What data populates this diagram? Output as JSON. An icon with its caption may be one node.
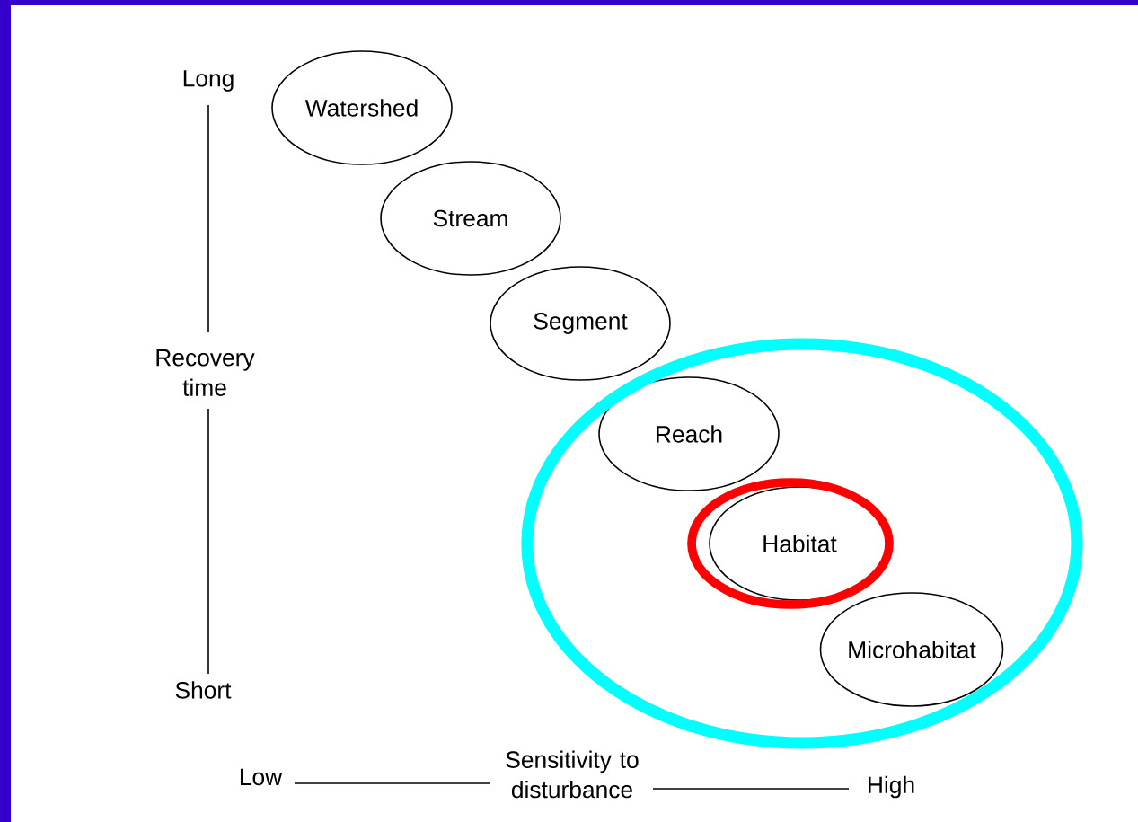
{
  "diagram": {
    "nodes": [
      {
        "text": [
          "Watershed"
        ]
      },
      {
        "text": [
          "Stream"
        ]
      },
      {
        "text": [
          "Segment"
        ]
      },
      {
        "text": [
          "Reach"
        ]
      },
      {
        "text": [
          "Habitat"
        ]
      },
      {
        "text": [
          "Microhabitat"
        ]
      }
    ],
    "labels": [
      "Long",
      "Recovery time",
      "Short",
      "Low",
      "Sensitivity to disturbance",
      "High"
    ]
  }
}
